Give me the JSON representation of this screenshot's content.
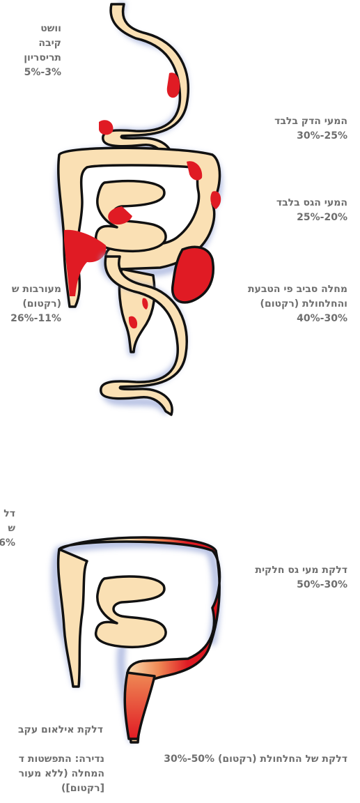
{
  "colors": {
    "tissue": "#fae0b4",
    "outline": "#111111",
    "halo": "#9aa8d8",
    "inflamed": "#e01b24",
    "label": "#6e6e6e"
  },
  "figure_crohn": {
    "stomach_label": [
      "וושט",
      "קיבה",
      "תריסריון",
      "5%-3%"
    ],
    "small_intestine_label": [
      "המעי הדק בלבד",
      "30%-25%"
    ],
    "large_intestine_label": [
      "המעי הגס בלבד",
      "25%-20%"
    ],
    "perianal_label": [
      "מחלה סביב פי הטבעת",
      "והחלחולת (רקטום)",
      "40%-30%"
    ],
    "mixed_label": [
      "מעורבות ש",
      "(רקטום)",
      "26%-11%"
    ]
  },
  "figure_colitis": {
    "left_partial_label": [
      "דל",
      "ש",
      "6%"
    ],
    "partial_colitis_label": [
      "דלקת מעי גס חלקית",
      "50%-30%"
    ],
    "ileum_label": [
      "דלקת אילאום עקב"
    ],
    "proctitis_label": [
      "דלקת של החלחולת (רקטום) 50%-30%"
    ],
    "rare_label": [
      "נדירה: התפשטות ד",
      "המחלה (ללא מעור",
      "[רקטום])"
    ]
  }
}
